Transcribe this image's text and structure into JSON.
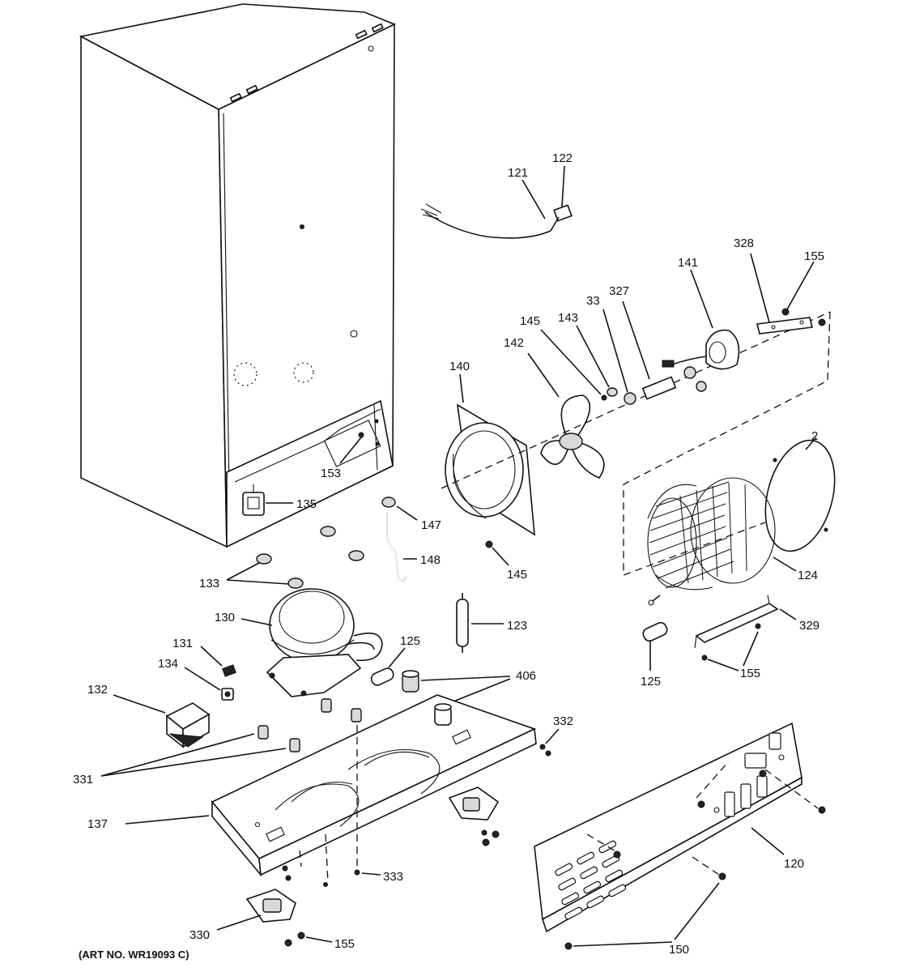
{
  "labels": {
    "l2": "2",
    "l33": "33",
    "l120": "120",
    "l121": "121",
    "l122": "122",
    "l123": "123",
    "l124": "124",
    "l125a": "125",
    "l125b": "125",
    "l130": "130",
    "l131": "131",
    "l132": "132",
    "l133": "133",
    "l134": "134",
    "l135": "135",
    "l137": "137",
    "l140": "140",
    "l141": "141",
    "l142": "142",
    "l143": "143",
    "l145a": "145",
    "l145b": "145",
    "l147": "147",
    "l148": "148",
    "l150": "150",
    "l153": "153",
    "l155a": "155",
    "l155b": "155",
    "l155c": "155",
    "l327": "327",
    "l328": "328",
    "l329": "329",
    "l330": "330",
    "l331": "331",
    "l332": "332",
    "l333": "333",
    "l406": "406"
  },
  "art_number": "(ART NO. WR19093 C)"
}
